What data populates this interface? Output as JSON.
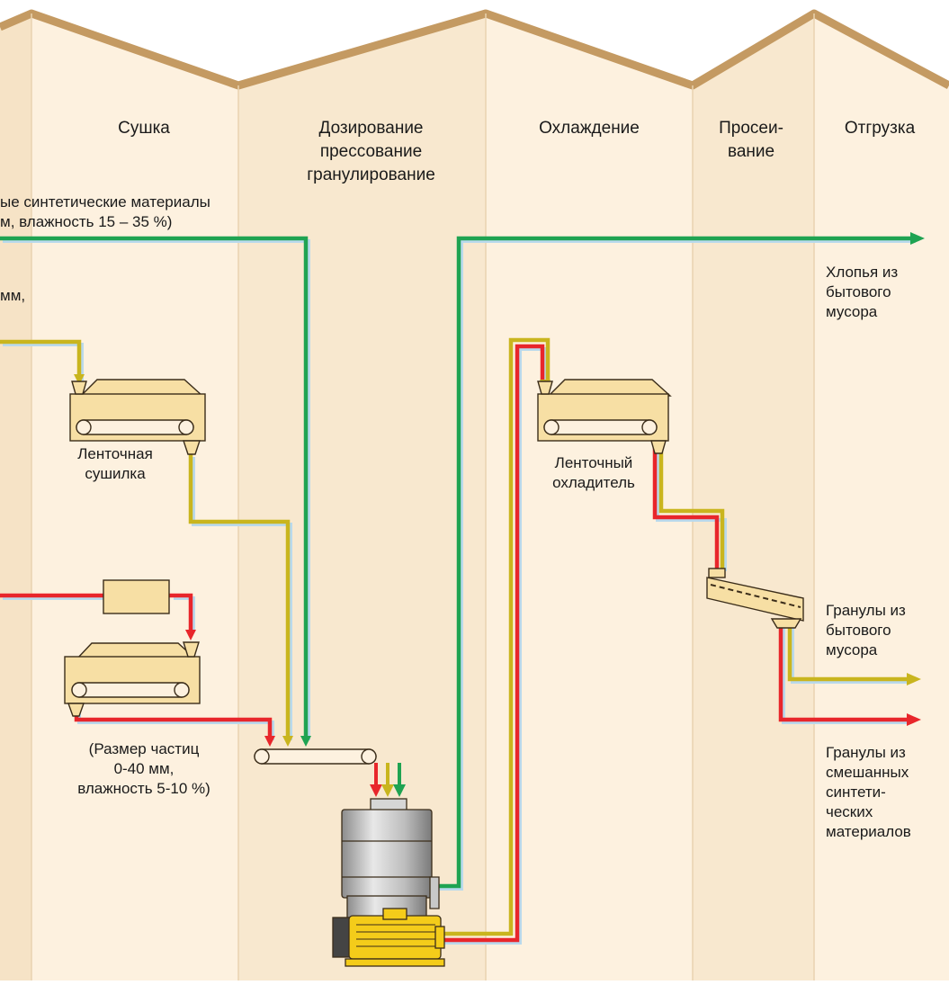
{
  "headers": {
    "drying": "Сушка",
    "dosing": [
      "Дозирование",
      "прессование",
      "гранулирование"
    ],
    "cooling": "Охлаждение",
    "screening": [
      "Просеи-",
      "вание"
    ],
    "shipping": "Отгрузка"
  },
  "inputs": {
    "synthetic_line1": "ые синтетические материалы",
    "synthetic_line2": "м, влажность 15 – 35 %)",
    "household_fragment": "мм,"
  },
  "equipment": {
    "belt_dryer": [
      "Ленточная",
      "сушилка"
    ],
    "belt_cooler": [
      "Ленточный",
      "охладитель"
    ]
  },
  "particle_note": [
    "(Размер частиц",
    "0-40 мм,",
    "влажность 5-10 %)"
  ],
  "outputs": {
    "flakes": [
      "Хлопья из",
      "бытового",
      "мусора"
    ],
    "pellets_household": [
      "Гранулы из",
      "бытового",
      "мусора"
    ],
    "pellets_mixed": [
      "Гранулы из",
      "смешанных",
      "синтети-",
      "ческих",
      "материалов"
    ]
  },
  "colors": {
    "green": "#1fa352",
    "yellow": "#c9b51e",
    "red": "#e8262b",
    "panel_light": "#fdf1df",
    "panel_dark": "#f6e3c6",
    "fold_top": "#c49a62",
    "machine": "#f7dfa4",
    "machine_outline": "#3b2d1a",
    "motor": "#f4cc1a",
    "drum": "#c8c8c8"
  }
}
